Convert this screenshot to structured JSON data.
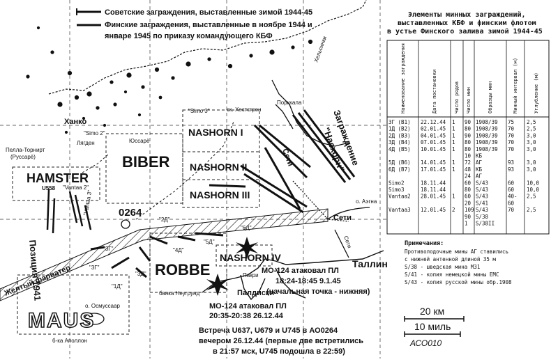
{
  "legend": {
    "soviet": "Советские заграждения, выставленные зимой 1944-45",
    "finnish_1": "Финские заграждения, выставленные в ноябре 1944 и",
    "finnish_2": "январе 1945 по приказу командующего КБФ"
  },
  "table": {
    "title_1": "Элементы минных заграждений,",
    "title_2": "выставленных КБФ и финским флотом",
    "title_3": "в устье Финского залива зимой 1944-45",
    "headers": [
      "Наименование заграждения",
      "Дата постановки",
      "Число рядов",
      "Число мин",
      "Образцы мин",
      "Минный интервал (м)",
      "Углубление (м)"
    ],
    "rows": [
      [
        "3Г (B1)",
        "22.12.44",
        "1",
        "90",
        "1908/39",
        "75",
        "2,5"
      ],
      [
        "1Д (B2)",
        "02.01.45",
        "1",
        "80",
        "1908/39",
        "70",
        "2,5"
      ],
      [
        "2Д (B3)",
        "04.01.45",
        "1",
        "90",
        "1908/39",
        "70",
        "3,0"
      ],
      [
        "3Д (B4)",
        "07.01.45",
        "1",
        "80",
        "1908/39",
        "70",
        "3,0"
      ],
      [
        "4Д (B5)",
        "10.01.45",
        "1",
        "80",
        "1908/39",
        "70",
        "3,0"
      ],
      [
        "",
        "",
        "",
        "10",
        "КБ",
        "",
        ""
      ],
      [
        "5Д (B6)",
        "14.01.45",
        "1",
        "72",
        "АГ",
        "93",
        "3,0"
      ],
      [
        "6Д (B7)",
        "17.01.45",
        "1",
        "48",
        "КБ",
        "93",
        "3,0"
      ],
      [
        "",
        "",
        "",
        "24",
        "АГ",
        "",
        ""
      ],
      [
        "Simo2",
        "18.11.44",
        "",
        "60",
        "S/43",
        "60",
        "10,0"
      ],
      [
        "Simo3",
        "18.11.44",
        "",
        "80",
        "S/43",
        "60",
        "10,0"
      ],
      [
        "Vantaa2",
        "28.01.45",
        "1",
        "60",
        "S/43",
        "40-",
        "2,5"
      ],
      [
        "",
        "",
        "",
        "20",
        "S/41",
        "60",
        ""
      ],
      [
        "Vantaa3",
        "12.01.45",
        "2",
        "109",
        "S/43",
        "70",
        "2,5"
      ],
      [
        "",
        "",
        "",
        "90",
        "S/38",
        "",
        ""
      ],
      [
        "",
        "",
        "",
        "1",
        "S/38II",
        "",
        ""
      ]
    ]
  },
  "notes": {
    "title": "Примечания:",
    "lines": [
      "Противолодочные мины АГ ставились",
      "с нижней антенной длиной 35 м",
      "S/38 - шведская мина M31",
      "S/41 - копия немецкой мины ЕМС",
      "S/43 - копия русской мины обр.1908"
    ]
  },
  "zones": {
    "hamster": "HAMSTER",
    "biber": "BIBER",
    "nashorn1": "NASHORN I",
    "nashorn2": "NASHORN II",
    "nashorn3": "NASHORN III",
    "nashorn4": "NASHORN IV",
    "robbe": "ROBBE",
    "maus": "MAUS",
    "grid0264": "0264"
  },
  "places": {
    "hanko": "Ханко",
    "simo2": "\"Simo 2\"",
    "lengden": "Лягден",
    "yussaro": "Юссарё",
    "pellaTorn_1": "Пелла-Торнирт",
    "pellaTorn_2": "(Руссарё)",
    "simo3": "\"Simo 3\"",
    "hestsgren": "ск. Хестсгрен",
    "porkkala": "Порккала",
    "u558": "U558",
    "vantaa2": "\"Vantaa 2\"",
    "vantaa3": "\"Vantaa 3\"",
    "position1941": "Позиция 1941",
    "fairway": "Желтый фарватер",
    "osmussar": "о. Осмуссаар",
    "appollon": "б-ка Аполлон",
    "neugrund": "банка Неугрунд",
    "paldiski": "Палдиски",
    "pakri": "Пакри",
    "tallinn": "Таллин",
    "nets1": "Сети",
    "nets2": "Сети",
    "nets3": "Сети",
    "barrier_1": "Заграждение",
    "barrier_2": "\"Насхорн\"",
    "aegna": "о. Аэгна",
    "helsinki": "Хельсинки",
    "d1": "\"1Д\"",
    "d2": "\"2Д\"",
    "d3": "\"3Д\"",
    "d4": "\"4Д\"",
    "d5": "\"5Д\"",
    "d6": "\"6Д\"",
    "g3": "\"3Г\"",
    "g3b": "\"3Г\""
  },
  "attacks": {
    "a1_1": "МО-124 атаковал ПЛ",
    "a1_2": "18:24-18:45 9.1.45",
    "a1_3": "(начальная точка - нижняя)",
    "a2_1": "МО-124 атаковал ПЛ",
    "a2_2": "20:35-20:38 26.12.44",
    "m_1": "Встреча U637, U679 и U745 в АО0264",
    "m_2": "вечером 26.12.44 (первые две встретились",
    "m_3": "в 21:57 мск, U745 подошла в 22:59)"
  },
  "scale": {
    "km": "20 км",
    "miles": "10 миль",
    "signature": "АСО010"
  }
}
